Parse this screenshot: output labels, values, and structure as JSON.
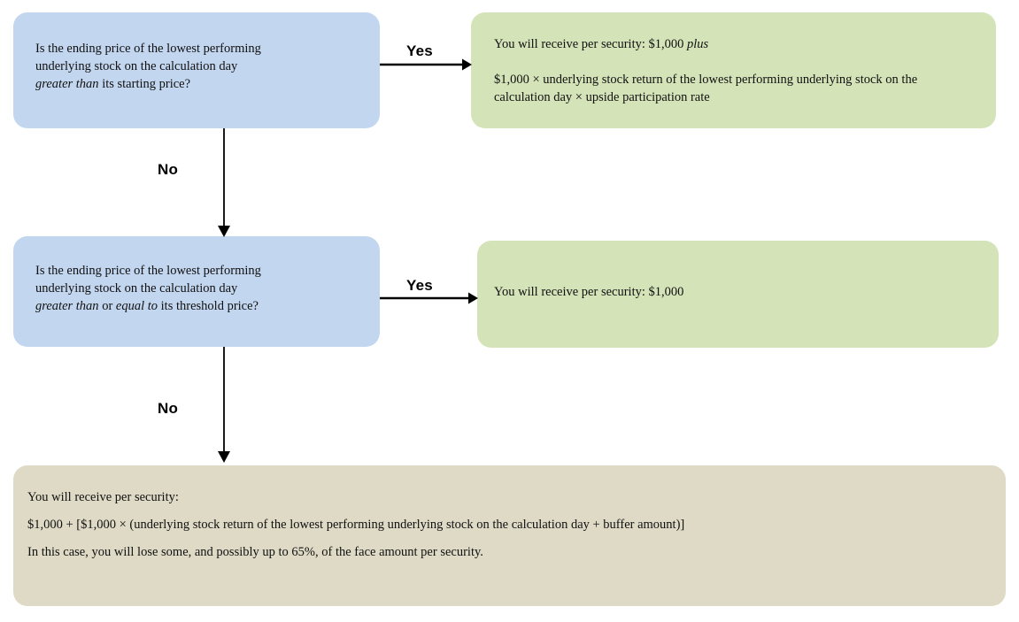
{
  "diagram": {
    "type": "decision-flowchart",
    "colors": {
      "decision_box": "#c3d6ef",
      "positive_outcome_box": "#d5e3b8",
      "downside_outcome_box": "#dedac6",
      "connector": "#000000",
      "text": "#111111"
    },
    "nodes": {
      "question_1": {
        "kind": "decision",
        "line_1": "Is the ending price of the lowest performing",
        "line_2": "underlying stock on the calculation day",
        "line_3_italic": "greater than",
        "line_3_rest": " its starting price?"
      },
      "outcome_1": {
        "kind": "outcome",
        "para_1_pre": "You will receive per security: $1,000 ",
        "para_1_italic": "plus",
        "para_2": "$1,000 × underlying stock return of the lowest performing underlying stock on the calculation day × upside participation rate"
      },
      "question_2": {
        "kind": "decision",
        "line_1": "Is the ending price of the lowest performing",
        "line_2": "underlying stock on the calculation day",
        "line_3_italic_a": "greater than",
        "line_3_mid": " or ",
        "line_3_italic_b": "equal to",
        "line_3_rest": " its threshold price?"
      },
      "outcome_2": {
        "kind": "outcome",
        "text": "You will receive per security: $1,000"
      },
      "outcome_3": {
        "kind": "downside-outcome",
        "para_1": "You will receive per security:",
        "para_2": "$1,000 + [$1,000 × (underlying stock return of the lowest performing underlying stock on the calculation day + buffer amount)]",
        "para_3": "In this case, you will lose some, and possibly up to 65%, of the face amount per security."
      }
    },
    "edges": {
      "yes_1": {
        "label": "Yes",
        "direction": "right",
        "from": "question_1",
        "to": "outcome_1"
      },
      "no_1": {
        "label": "No",
        "direction": "down",
        "from": "question_1",
        "to": "question_2"
      },
      "yes_2": {
        "label": "Yes",
        "direction": "right",
        "from": "question_2",
        "to": "outcome_2"
      },
      "no_2": {
        "label": "No",
        "direction": "down",
        "from": "question_2",
        "to": "outcome_3"
      }
    }
  }
}
